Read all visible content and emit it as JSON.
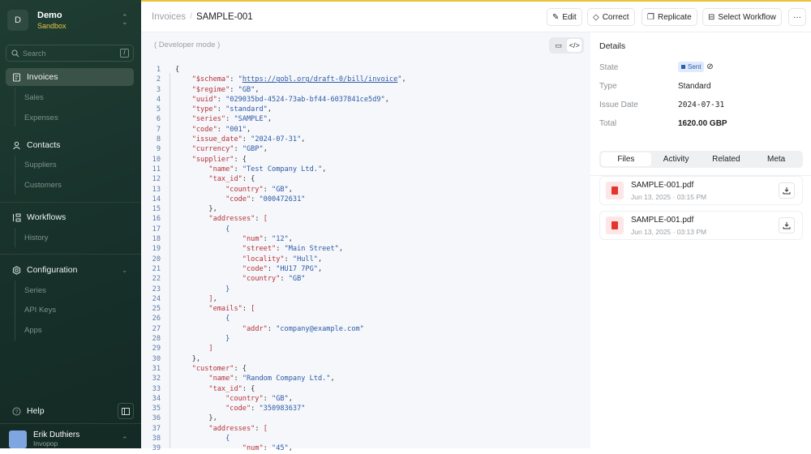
{
  "org": {
    "initial": "D",
    "name": "Demo",
    "env": "Sandbox"
  },
  "search": {
    "placeholder": "Search",
    "shortcut": "/"
  },
  "nav": {
    "invoices": "Invoices",
    "sales": "Sales",
    "expenses": "Expenses",
    "contacts": "Contacts",
    "suppliers": "Suppliers",
    "customers": "Customers",
    "workflows": "Workflows",
    "history": "History",
    "configuration": "Configuration",
    "series": "Series",
    "api_keys": "API Keys",
    "apps": "Apps",
    "help": "Help"
  },
  "user": {
    "name": "Erik Duthiers",
    "org": "Invopop"
  },
  "header": {
    "breadcrumb_parent": "Invoices",
    "breadcrumb_sep": "/",
    "title": "SAMPLE-001",
    "edit": "Edit",
    "correct": "Correct",
    "replicate": "Replicate",
    "select_workflow": "Select Workflow",
    "more": "···"
  },
  "code_panel": {
    "mode_label": "( Developer mode )",
    "view": "code"
  },
  "code_lines": [
    [
      [
        "{",
        "p"
      ]
    ],
    [
      [
        "    ",
        ""
      ],
      [
        "\"$schema\"",
        "k"
      ],
      [
        ": ",
        "p"
      ],
      [
        "\"",
        "s"
      ],
      [
        "https://gobl.org/draft-0/bill/invoice",
        "l"
      ],
      [
        "\"",
        "s"
      ],
      [
        ",",
        "p"
      ]
    ],
    [
      [
        "    ",
        ""
      ],
      [
        "\"$regime\"",
        "k"
      ],
      [
        ": ",
        "p"
      ],
      [
        "\"GB\"",
        "s"
      ],
      [
        ",",
        "p"
      ]
    ],
    [
      [
        "    ",
        ""
      ],
      [
        "\"uuid\"",
        "k"
      ],
      [
        ": ",
        "p"
      ],
      [
        "\"029035bd-4524-73ab-bf44-6037841ce5d9\"",
        "s"
      ],
      [
        ",",
        "p"
      ]
    ],
    [
      [
        "    ",
        ""
      ],
      [
        "\"type\"",
        "k"
      ],
      [
        ": ",
        "p"
      ],
      [
        "\"standard\"",
        "s"
      ],
      [
        ",",
        "p"
      ]
    ],
    [
      [
        "    ",
        ""
      ],
      [
        "\"series\"",
        "k"
      ],
      [
        ": ",
        "p"
      ],
      [
        "\"SAMPLE\"",
        "s"
      ],
      [
        ",",
        "p"
      ]
    ],
    [
      [
        "    ",
        ""
      ],
      [
        "\"code\"",
        "k"
      ],
      [
        ": ",
        "p"
      ],
      [
        "\"001\"",
        "s"
      ],
      [
        ",",
        "p"
      ]
    ],
    [
      [
        "    ",
        ""
      ],
      [
        "\"issue_date\"",
        "k"
      ],
      [
        ": ",
        "p"
      ],
      [
        "\"2024-07-31\"",
        "s"
      ],
      [
        ",",
        "p"
      ]
    ],
    [
      [
        "    ",
        ""
      ],
      [
        "\"currency\"",
        "k"
      ],
      [
        ": ",
        "p"
      ],
      [
        "\"GBP\"",
        "s"
      ],
      [
        ",",
        "p"
      ]
    ],
    [
      [
        "    ",
        ""
      ],
      [
        "\"supplier\"",
        "k"
      ],
      [
        ": {",
        "p"
      ]
    ],
    [
      [
        "        ",
        ""
      ],
      [
        "\"name\"",
        "k"
      ],
      [
        ": ",
        "p"
      ],
      [
        "\"Test Company Ltd.\"",
        "s"
      ],
      [
        ",",
        "p"
      ]
    ],
    [
      [
        "        ",
        ""
      ],
      [
        "\"tax_id\"",
        "k"
      ],
      [
        ": {",
        "p"
      ]
    ],
    [
      [
        "            ",
        ""
      ],
      [
        "\"country\"",
        "k"
      ],
      [
        ": ",
        "p"
      ],
      [
        "\"GB\"",
        "s"
      ],
      [
        ",",
        "p"
      ]
    ],
    [
      [
        "            ",
        ""
      ],
      [
        "\"code\"",
        "k"
      ],
      [
        ": ",
        "p"
      ],
      [
        "\"000472631\"",
        "s"
      ]
    ],
    [
      [
        "        ",
        ""
      ],
      [
        "},",
        "p"
      ]
    ],
    [
      [
        "        ",
        ""
      ],
      [
        "\"addresses\"",
        "k"
      ],
      [
        ": ",
        "p"
      ],
      [
        "[",
        "k"
      ]
    ],
    [
      [
        "            ",
        ""
      ],
      [
        "{",
        "s"
      ]
    ],
    [
      [
        "                ",
        ""
      ],
      [
        "\"num\"",
        "k"
      ],
      [
        ": ",
        "p"
      ],
      [
        "\"12\"",
        "s"
      ],
      [
        ",",
        "p"
      ]
    ],
    [
      [
        "                ",
        ""
      ],
      [
        "\"street\"",
        "k"
      ],
      [
        ": ",
        "p"
      ],
      [
        "\"Main Street\"",
        "s"
      ],
      [
        ",",
        "p"
      ]
    ],
    [
      [
        "                ",
        ""
      ],
      [
        "\"locality\"",
        "k"
      ],
      [
        ": ",
        "p"
      ],
      [
        "\"Hull\"",
        "s"
      ],
      [
        ",",
        "p"
      ]
    ],
    [
      [
        "                ",
        ""
      ],
      [
        "\"code\"",
        "k"
      ],
      [
        ": ",
        "p"
      ],
      [
        "\"HU17 7PG\"",
        "s"
      ],
      [
        ",",
        "p"
      ]
    ],
    [
      [
        "                ",
        ""
      ],
      [
        "\"country\"",
        "k"
      ],
      [
        ": ",
        "p"
      ],
      [
        "\"GB\"",
        "s"
      ]
    ],
    [
      [
        "            ",
        ""
      ],
      [
        "}",
        "s"
      ]
    ],
    [
      [
        "        ",
        ""
      ],
      [
        "]",
        "k"
      ],
      [
        ",",
        "p"
      ]
    ],
    [
      [
        "        ",
        ""
      ],
      [
        "\"emails\"",
        "k"
      ],
      [
        ": ",
        "p"
      ],
      [
        "[",
        "k"
      ]
    ],
    [
      [
        "            ",
        ""
      ],
      [
        "{",
        "s"
      ]
    ],
    [
      [
        "                ",
        ""
      ],
      [
        "\"addr\"",
        "k"
      ],
      [
        ": ",
        "p"
      ],
      [
        "\"company@example.com\"",
        "s"
      ]
    ],
    [
      [
        "            ",
        ""
      ],
      [
        "}",
        "s"
      ]
    ],
    [
      [
        "        ",
        ""
      ],
      [
        "]",
        "k"
      ]
    ],
    [
      [
        "    ",
        ""
      ],
      [
        "},",
        "p"
      ]
    ],
    [
      [
        "    ",
        ""
      ],
      [
        "\"customer\"",
        "k"
      ],
      [
        ": {",
        "p"
      ]
    ],
    [
      [
        "        ",
        ""
      ],
      [
        "\"name\"",
        "k"
      ],
      [
        ": ",
        "p"
      ],
      [
        "\"Random Company Ltd.\"",
        "s"
      ],
      [
        ",",
        "p"
      ]
    ],
    [
      [
        "        ",
        ""
      ],
      [
        "\"tax_id\"",
        "k"
      ],
      [
        ": {",
        "p"
      ]
    ],
    [
      [
        "            ",
        ""
      ],
      [
        "\"country\"",
        "k"
      ],
      [
        ": ",
        "p"
      ],
      [
        "\"GB\"",
        "s"
      ],
      [
        ",",
        "p"
      ]
    ],
    [
      [
        "            ",
        ""
      ],
      [
        "\"code\"",
        "k"
      ],
      [
        ": ",
        "p"
      ],
      [
        "\"350983637\"",
        "s"
      ]
    ],
    [
      [
        "        ",
        ""
      ],
      [
        "},",
        "p"
      ]
    ],
    [
      [
        "        ",
        ""
      ],
      [
        "\"addresses\"",
        "k"
      ],
      [
        ": ",
        "p"
      ],
      [
        "[",
        "k"
      ]
    ],
    [
      [
        "            ",
        ""
      ],
      [
        "{",
        "s"
      ]
    ],
    [
      [
        "                ",
        ""
      ],
      [
        "\"num\"",
        "k"
      ],
      [
        ": ",
        "p"
      ],
      [
        "\"45\"",
        "s"
      ],
      [
        ",",
        "p"
      ]
    ]
  ],
  "details": {
    "title": "Details",
    "state_label": "State",
    "state_value": "Sent",
    "type_label": "Type",
    "type_value": "Standard",
    "date_label": "Issue Date",
    "date_value": "2024-07-31",
    "total_label": "Total",
    "total_value": "1620.00 GBP"
  },
  "tabs": [
    "Files",
    "Activity",
    "Related",
    "Meta"
  ],
  "active_tab": "Files",
  "files": [
    {
      "name": "SAMPLE-001.pdf",
      "date": "Jun 13, 2025 · 03:15 PM"
    },
    {
      "name": "SAMPLE-001.pdf",
      "date": "Jun 13, 2025 · 03:13 PM"
    }
  ],
  "colors": {
    "sidebar": "#1f3d32",
    "accent": "#e8c535",
    "key": "#b8323a",
    "string": "#2c5aa8",
    "badge": "#2f5fb3",
    "pdf": "#e3342f"
  }
}
